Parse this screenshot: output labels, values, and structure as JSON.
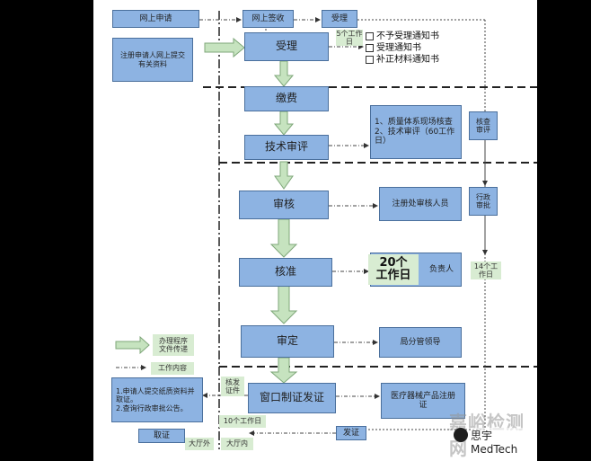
{
  "colors": {
    "box_fill": "#8db3e2",
    "box_border": "#4a6f9c",
    "green_fill": "#d8ecd2",
    "green_arrow": "#c6e3bf",
    "page_bg": "#000000"
  },
  "nodes": {
    "online_apply": "网上申请",
    "online_sign": "网上签收",
    "accept_top": "受理",
    "submit_info": "注册申请人网上提交有关资料",
    "accept": "受理",
    "fee": "缴费",
    "tech_review": "技术审评",
    "review_detail": "1、质量体系现场核查\n2、技术审评（60工作日）",
    "audit": "审核",
    "auditor": "注册处审核人员",
    "approve": "核准",
    "approve_right": "负责人",
    "decide": "审定",
    "bureau_leader": "局分管领导",
    "window_issue": "窗口制证发证",
    "certificate": "医疗器械产品注册证",
    "notes": "1.申请人提交纸质资料并取证。\n2.查询行政审批公告。",
    "pickup": "取证",
    "issue": "发证"
  },
  "accept_options": [
    "不予受理通知书",
    "受理通知书",
    "补正材料通知书"
  ],
  "labels": {
    "five_days": "5个工作日",
    "verify_review": "核查\n审评",
    "admin_approval": "行政\n审批",
    "fourteen_days": "14个工作日",
    "twenty_days": "20个\n工作日",
    "verify_issue": "核发\n证件",
    "ten_days": "10个工作日",
    "hall_out": "大厅外",
    "hall_in": "大厅内",
    "legend_process": "办理程序\n文件传递",
    "legend_content": "工作内容"
  },
  "watermark": {
    "site": "嘉峪检测网",
    "brand": "思宇MedTech"
  }
}
